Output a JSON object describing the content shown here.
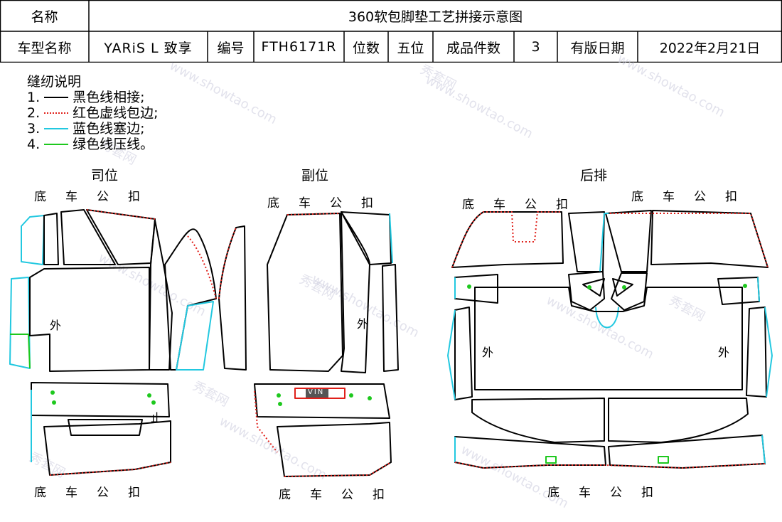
{
  "header": {
    "name_label": "名称",
    "title": "360软包脚垫工艺拼接示意图",
    "model_label": "车型名称",
    "model_value": "YARiS L 致享",
    "code_label": "编号",
    "code_value": "FTH6171R",
    "position_label": "位数",
    "position_value": "五位",
    "pieces_label": "成品件数",
    "pieces_value": "3",
    "date_label": "有版日期",
    "date_value": "2022年2月21日"
  },
  "legend": {
    "title": "缝纫说明",
    "items": [
      {
        "num": "1.",
        "text": "黑色线相接;",
        "color": "#000000",
        "style": "solid"
      },
      {
        "num": "2.",
        "text": "红色虚线包边;",
        "color": "#e0201a",
        "style": "dotted"
      },
      {
        "num": "3.",
        "text": "蓝色线塞边;",
        "color": "#22c8e0",
        "style": "solid"
      },
      {
        "num": "4.",
        "text": "绿色线压线。",
        "color": "#1ec81e",
        "style": "solid"
      }
    ]
  },
  "sections": {
    "driver": "司位",
    "passenger": "副位",
    "rear": "后排"
  },
  "labels": {
    "base_clip": "底车公扣",
    "outer": "外",
    "stop": "止",
    "vin": "VIN"
  },
  "watermark": {
    "cn": "秀套网",
    "url": "www.showtao.com"
  },
  "colors": {
    "black": "#000000",
    "red": "#e0201a",
    "blue": "#22c8e0",
    "green": "#1ec81e"
  }
}
